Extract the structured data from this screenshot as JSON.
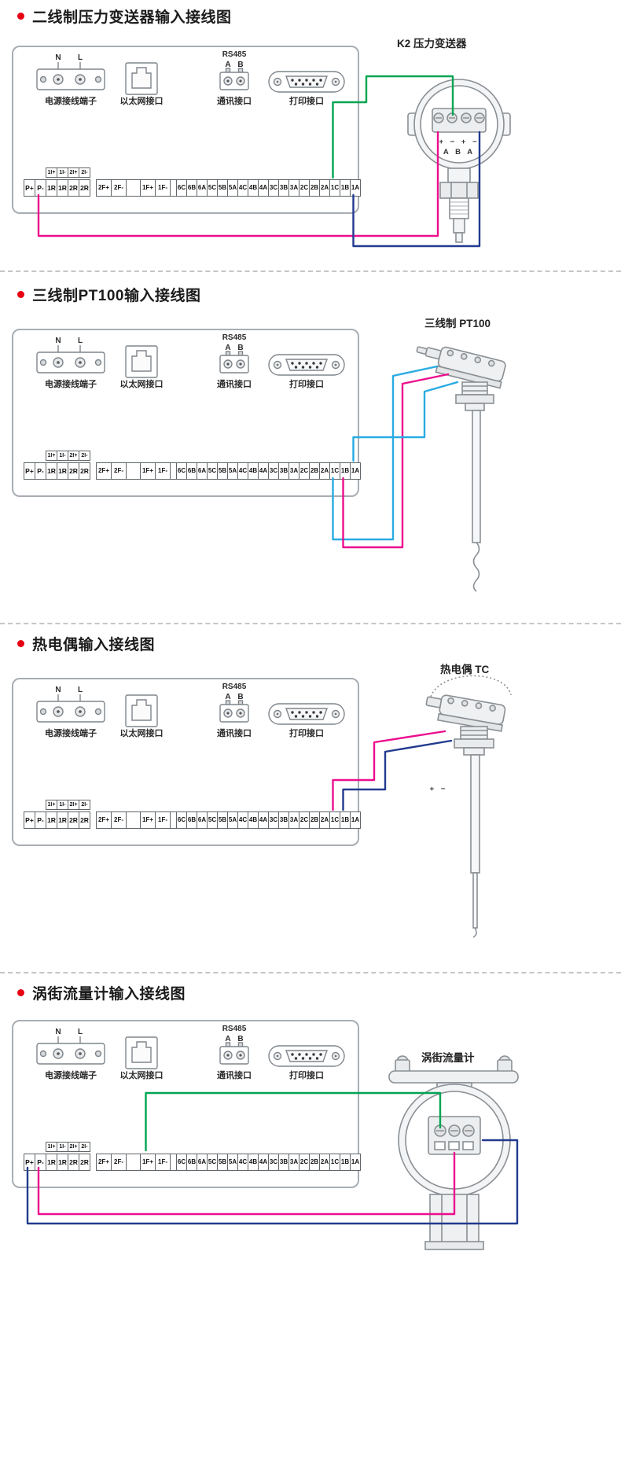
{
  "colors": {
    "accent_red": "#e60012",
    "wire_green": "#00a551",
    "wire_magenta": "#ec0e8e",
    "wire_cyan": "#29abe2",
    "wire_navy": "#223a8f",
    "device_stroke": "#8a8f94"
  },
  "panel": {
    "power_label": "电源接线端子",
    "power_n": "N",
    "power_l": "L",
    "ethernet_label": "以太网接口",
    "rs485_title": "RS485",
    "rs485_a": "A",
    "rs485_b": "B",
    "comm_label": "通讯接口",
    "print_label": "打印接口",
    "io_header": [
      "1I+",
      "1I-",
      "2I+",
      "2I-"
    ],
    "left_terminals": [
      "P+",
      "P-",
      "1R",
      "1R",
      "2R",
      "2R"
    ],
    "f_terminals_2": [
      "2F+",
      "2F-"
    ],
    "f_terminals_1": [
      "1F+",
      "1F-"
    ],
    "data_terminals": [
      "6C",
      "6B",
      "6A",
      "5C",
      "5B",
      "5A",
      "4C",
      "4B",
      "4A",
      "3C",
      "3B",
      "3A",
      "2C",
      "2B",
      "2A",
      "1C",
      "1B",
      "1A"
    ]
  },
  "sections": [
    {
      "title": "二线制压力变送器输入接线图",
      "device_label": "K2  压力变送器",
      "device_pins_top": "+ − + −",
      "device_pins_bottom": "A  B  A"
    },
    {
      "title": "三线制PT100输入接线图",
      "device_label": "三线制  PT100"
    },
    {
      "title": "热电偶输入接线图",
      "device_label": "热电偶  TC",
      "device_pins": "+  −"
    },
    {
      "title": "涡街流量计输入接线图",
      "device_label": "涡街流量计"
    }
  ]
}
